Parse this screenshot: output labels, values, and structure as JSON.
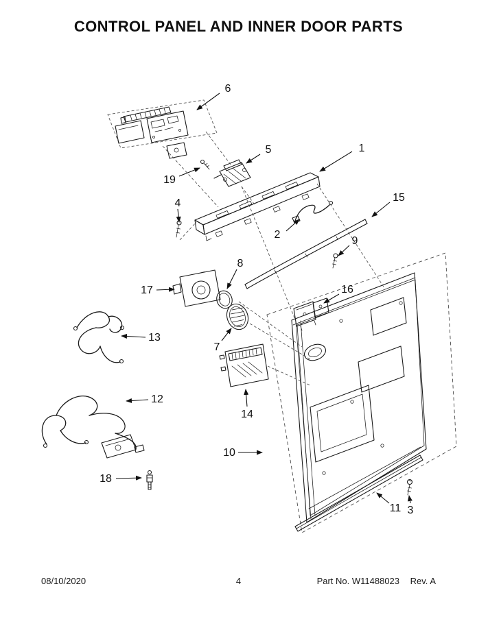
{
  "page": {
    "title": "CONTROL PANEL AND INNER DOOR PARTS",
    "footer": {
      "date": "08/10/2020",
      "page_number": "4",
      "part_no": "Part No. W11488023",
      "rev": "Rev. A"
    }
  },
  "diagram": {
    "type": "exploded-parts-diagram",
    "colors": {
      "line": "#1a1a1a",
      "background": "#ffffff"
    },
    "callouts": [
      {
        "num": "1"
      },
      {
        "num": "2"
      },
      {
        "num": "3"
      },
      {
        "num": "4"
      },
      {
        "num": "5"
      },
      {
        "num": "6"
      },
      {
        "num": "7"
      },
      {
        "num": "8"
      },
      {
        "num": "9"
      },
      {
        "num": "10"
      },
      {
        "num": "11"
      },
      {
        "num": "12"
      },
      {
        "num": "13"
      },
      {
        "num": "14"
      },
      {
        "num": "15"
      },
      {
        "num": "16"
      },
      {
        "num": "17"
      },
      {
        "num": "18"
      },
      {
        "num": "19"
      }
    ]
  }
}
